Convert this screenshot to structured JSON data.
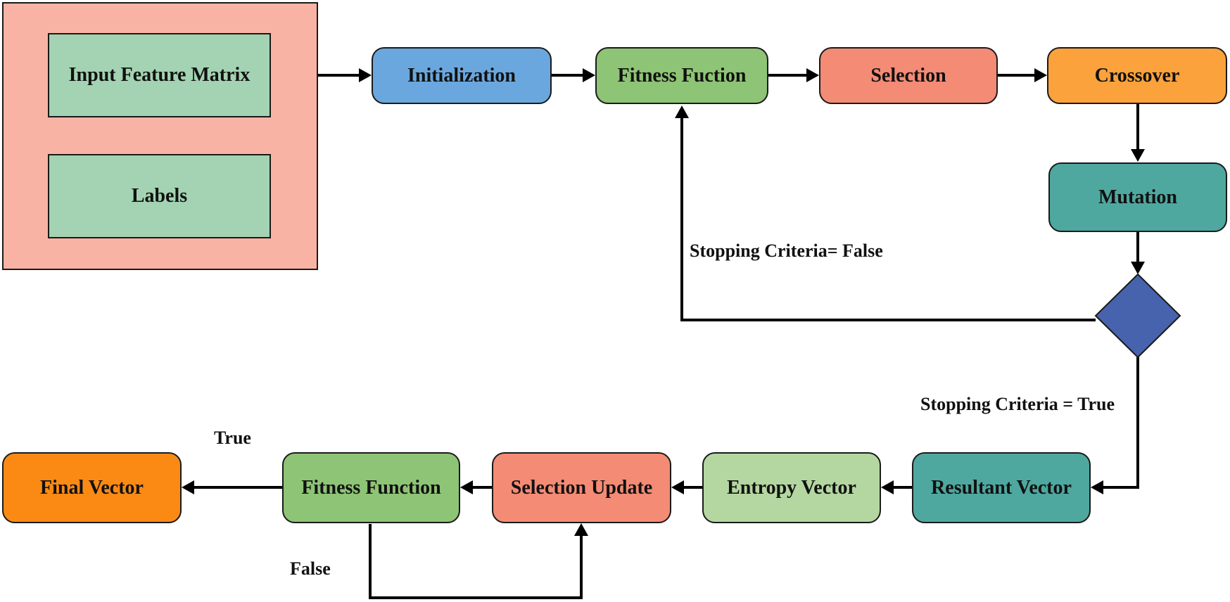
{
  "colors": {
    "input_container": "#f9b3a4",
    "input_box": "#a3d3b2",
    "initialization": "#6aa7de",
    "fitness": "#8ec475",
    "selection": "#f48b75",
    "crossover": "#fba23c",
    "mutation": "#4ea89f",
    "decision": "#4763ad",
    "resultant": "#4ea89f",
    "entropy": "#b4d7a1",
    "selection_update": "#f48b75",
    "fitness_function": "#8ec475",
    "final_vector": "#fb8a15"
  },
  "nodes": {
    "input_feature_matrix": "Input Feature Matrix",
    "labels": "Labels",
    "initialization": "Initialization",
    "fitness_fuction": "Fitness Fuction",
    "selection": "Selection",
    "crossover": "Crossover",
    "mutation": "Mutation",
    "resultant_vector": "Resultant Vector",
    "entropy_vector": "Entropy Vector",
    "selection_update": "Selection Update",
    "fitness_function": "Fitness Function",
    "final_vector": "Final Vector"
  },
  "edge_labels": {
    "stop_false": "Stopping Criteria= False",
    "stop_true": "Stopping Criteria = True",
    "true_label": "True",
    "false_label": "False"
  }
}
